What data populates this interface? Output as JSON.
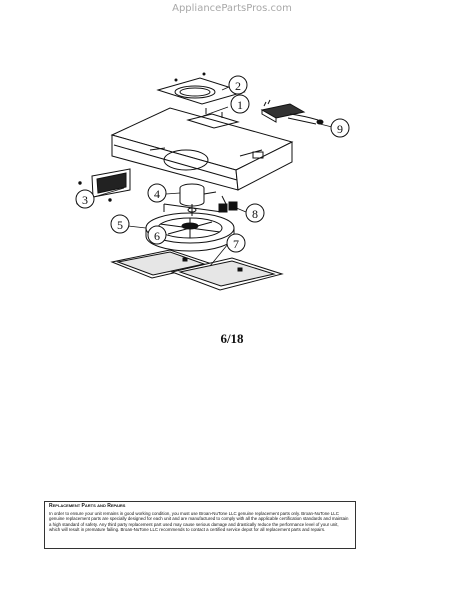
{
  "watermark": "AppliancePartsPros.com",
  "page_label": "6/18",
  "callouts": [
    {
      "id": "c1",
      "number": "1"
    },
    {
      "id": "c2",
      "number": "2"
    },
    {
      "id": "c3",
      "number": "3"
    },
    {
      "id": "c4",
      "number": "4"
    },
    {
      "id": "c5",
      "number": "5"
    },
    {
      "id": "c6",
      "number": "6"
    },
    {
      "id": "c7",
      "number": "7"
    },
    {
      "id": "c8",
      "number": "8"
    },
    {
      "id": "c9",
      "number": "9"
    }
  ],
  "notice": {
    "title": "Replacement Parts and Repairs",
    "body": "In order to ensure your unit remains in good working condition, you must use Broan-NuTone LLC genuine replacement parts only. Broan-NuTone LLC genuine replacement parts are specially designed for each unit and are manufactured to comply with all the applicable certification standards and maintain a high standard of safety. Any third party replacement part used may cause serious damage and drastically reduce the performance level of your unit, which will result in premature failing. Broan-NuTone LLC recommends to contact a certified service depot for all replacement parts and repairs."
  }
}
